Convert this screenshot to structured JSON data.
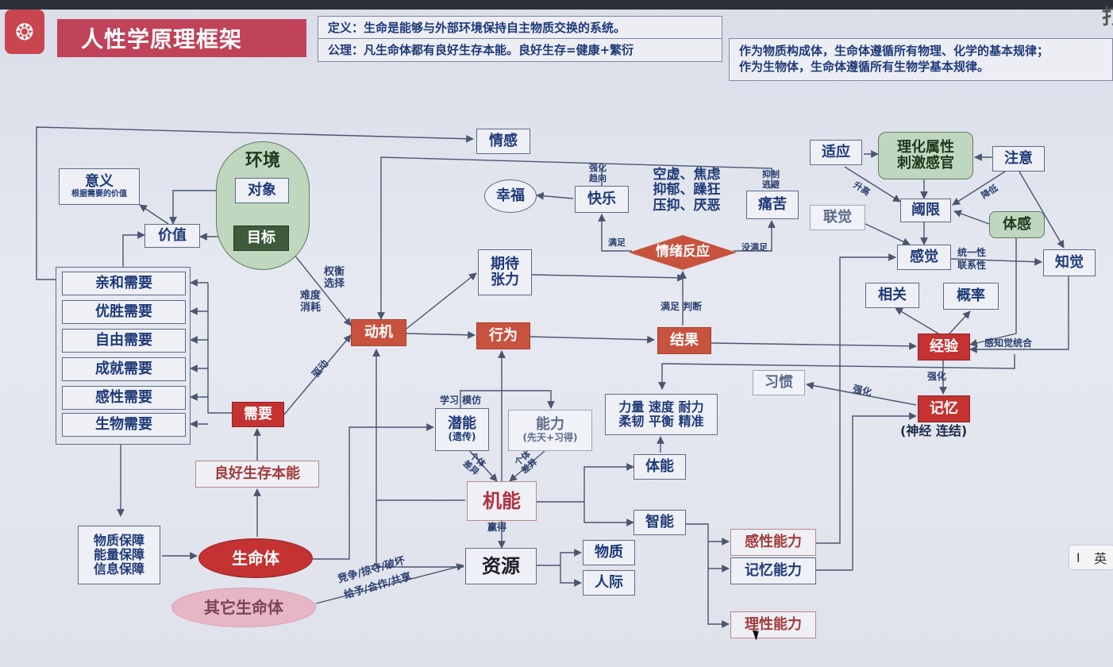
{
  "header": {
    "logo_icon": "seal-logo-icon",
    "title": "人性学原理框架",
    "definition": "定义：生命是能够与外部环境保持自主物质交换的系统。",
    "axiom": "公理：凡生命体都有良好生存本能。良好生存=健康+繁衍",
    "note_line1": "作为物质构成体，生命体遵循所有物理、化学的基本规律；",
    "note_line2": "作为生物体，生命体遵循所有生物学基本规律。",
    "corner_char": "打"
  },
  "left": {
    "meaning": "意义",
    "meaning_sub": "根据需要的价值",
    "value": "价值",
    "environment": "环境",
    "object": "对象",
    "goal": "目标",
    "needs": [
      "亲和需要",
      "优胜需要",
      "自由需要",
      "成就需要",
      "感性需要",
      "生物需要"
    ],
    "need": "需要",
    "instinct": "良好生存本能",
    "guarantee_1": "物质保障",
    "guarantee_2": "能量保障",
    "guarantee_3": "信息保障",
    "organism": "生命体",
    "other_organism": "其它生命体"
  },
  "center": {
    "emotion": "情感",
    "happiness": "幸福",
    "pleasure": "快乐",
    "negative_1": "空虚、焦虑",
    "negative_2": "抑郁、躁狂",
    "negative_3": "压抑、厌恶",
    "pain": "痛苦",
    "emotional_reaction": "情绪反应",
    "expect_1": "期待",
    "expect_2": "张力",
    "motive": "动机",
    "behavior": "行为",
    "result": "结果",
    "potential": "潜能",
    "potential_sub": "(遗传)",
    "ability": "能力",
    "ability_sub": "(先天+习得)",
    "physical_qualities_1": "力量 速度 耐力",
    "physical_qualities_2": "柔韧 平衡 精准",
    "physical": "体能",
    "function": "机能",
    "intelligence": "智能",
    "resources": "资源",
    "material": "物质",
    "interpersonal": "人际",
    "sensory_ability": "感性能力",
    "memory_ability": "记忆能力",
    "rational_ability": "理性能力"
  },
  "right": {
    "adapt": "适应",
    "physchem_1": "理化属性",
    "physchem_2": "刺激感官",
    "attention": "注意",
    "threshold": "阈限",
    "synesthesia": "联觉",
    "body_sense": "体感",
    "sensation": "感觉",
    "perception": "知觉",
    "correlation": "相关",
    "probability": "概率",
    "experience": "经验",
    "habit": "习惯",
    "memory": "记忆",
    "memory_sub": "(神经 连结)"
  },
  "labels": {
    "strengthen_approach": "强化\n趋向",
    "suppress_avoid": "抑制\n逃避",
    "satisfied": "满足",
    "unsatisfied": "没满足",
    "weigh_choose": "权衡\n选择",
    "difficulty_cost": "难度\n消耗",
    "drive": "驱动",
    "satisfy_judge": "满足 判断",
    "learn_imitate": "学习 模仿",
    "individual_diff_1": "个体\n差异",
    "individual_diff_2": "个体\n差异",
    "obtain": "赢得",
    "compete_1": "竞争/掠夺/破坏",
    "compete_2": "给予/合作/共享",
    "raise": "升高",
    "lower": "降低",
    "unity_1": "统一性",
    "unity_2": "联系性",
    "perception_integration": "感知觉统合",
    "reinforce_v": "强化",
    "reinforce_d": "强化"
  },
  "ime": {
    "cursor": "I",
    "lang": "英"
  },
  "colors": {
    "red": "#c7533f",
    "dark_red": "#c43232",
    "green": "#bfd6bf",
    "title_bg": "#c0435a"
  }
}
